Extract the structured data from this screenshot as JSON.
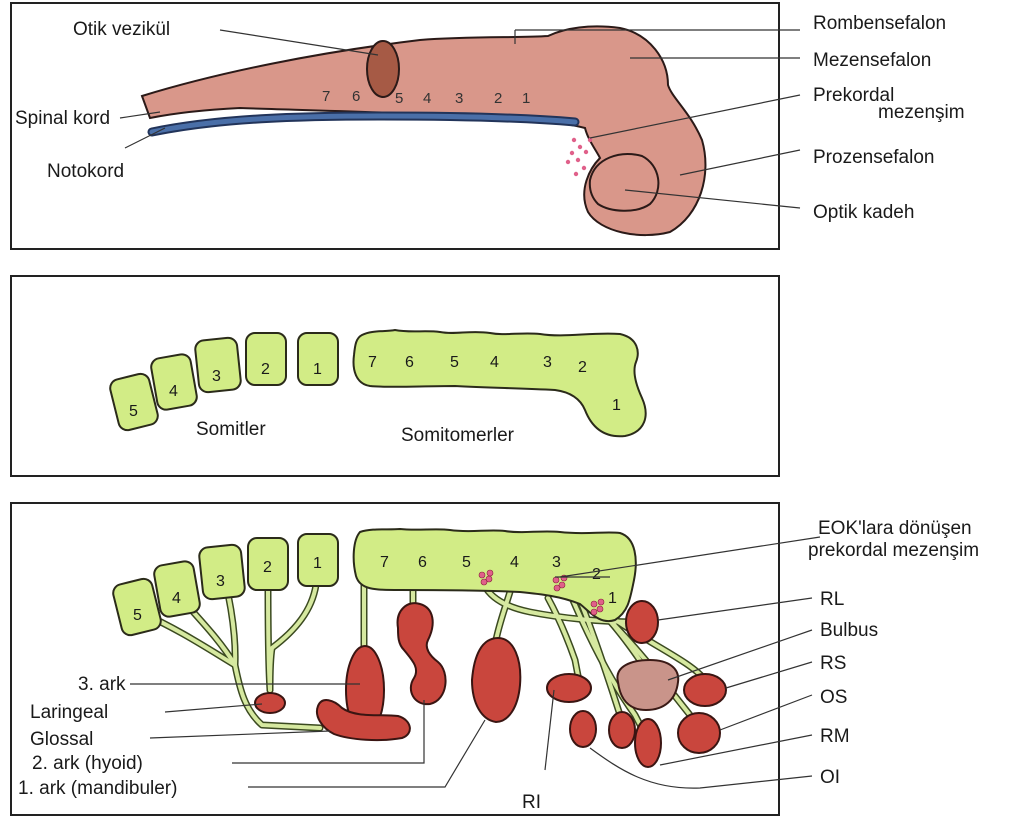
{
  "colors": {
    "neural_tube": "#d9978a",
    "otic_vesicle": "#a65a45",
    "notochord": "#4a6fa8",
    "mesoderm": "#d2ec86",
    "muscle": "#c9463d",
    "bulbus": "#c9948a",
    "prechordal_dots": "#e0608a"
  },
  "panel1": {
    "labels": {
      "otik_vezikul": "Otik vezikül",
      "spinal_kord": "Spinal kord",
      "notokord": "Notokord",
      "rombensefalon": "Rombensefalon",
      "mezensefalon": "Mezensefalon",
      "prekordal_line1": "Prekordal",
      "prekordal_line2": "mezenşim",
      "prozensefalon": "Prozensefalon",
      "optik_kadeh": "Optik kadeh"
    },
    "numbers": [
      "7",
      "6",
      "5",
      "4",
      "3",
      "2",
      "1"
    ]
  },
  "panel2": {
    "somite_numbers": [
      "5",
      "4",
      "3",
      "2",
      "1"
    ],
    "somitomere_numbers": [
      "7",
      "6",
      "5",
      "4",
      "3",
      "2",
      "1"
    ],
    "labels": {
      "somitler": "Somitler",
      "somitomerler": "Somitomerler"
    }
  },
  "panel3": {
    "somite_numbers": [
      "5",
      "4",
      "3",
      "2",
      "1"
    ],
    "somitomere_numbers": [
      "7",
      "6",
      "5",
      "4",
      "3",
      "2",
      "1"
    ],
    "labels": {
      "eok_line1": "EOK'lara dönüşen",
      "eok_line2": "prekordal mezenşim",
      "rl": "RL",
      "bulbus": "Bulbus",
      "rs": "RS",
      "os": "OS",
      "rm": "RM",
      "oi": "OI",
      "ri": "RI",
      "ark3": "3. ark",
      "laringeal": "Laringeal",
      "glossal": "Glossal",
      "ark2": "2. ark (hyoid)",
      "ark1": "1. ark (mandibuler)"
    }
  }
}
